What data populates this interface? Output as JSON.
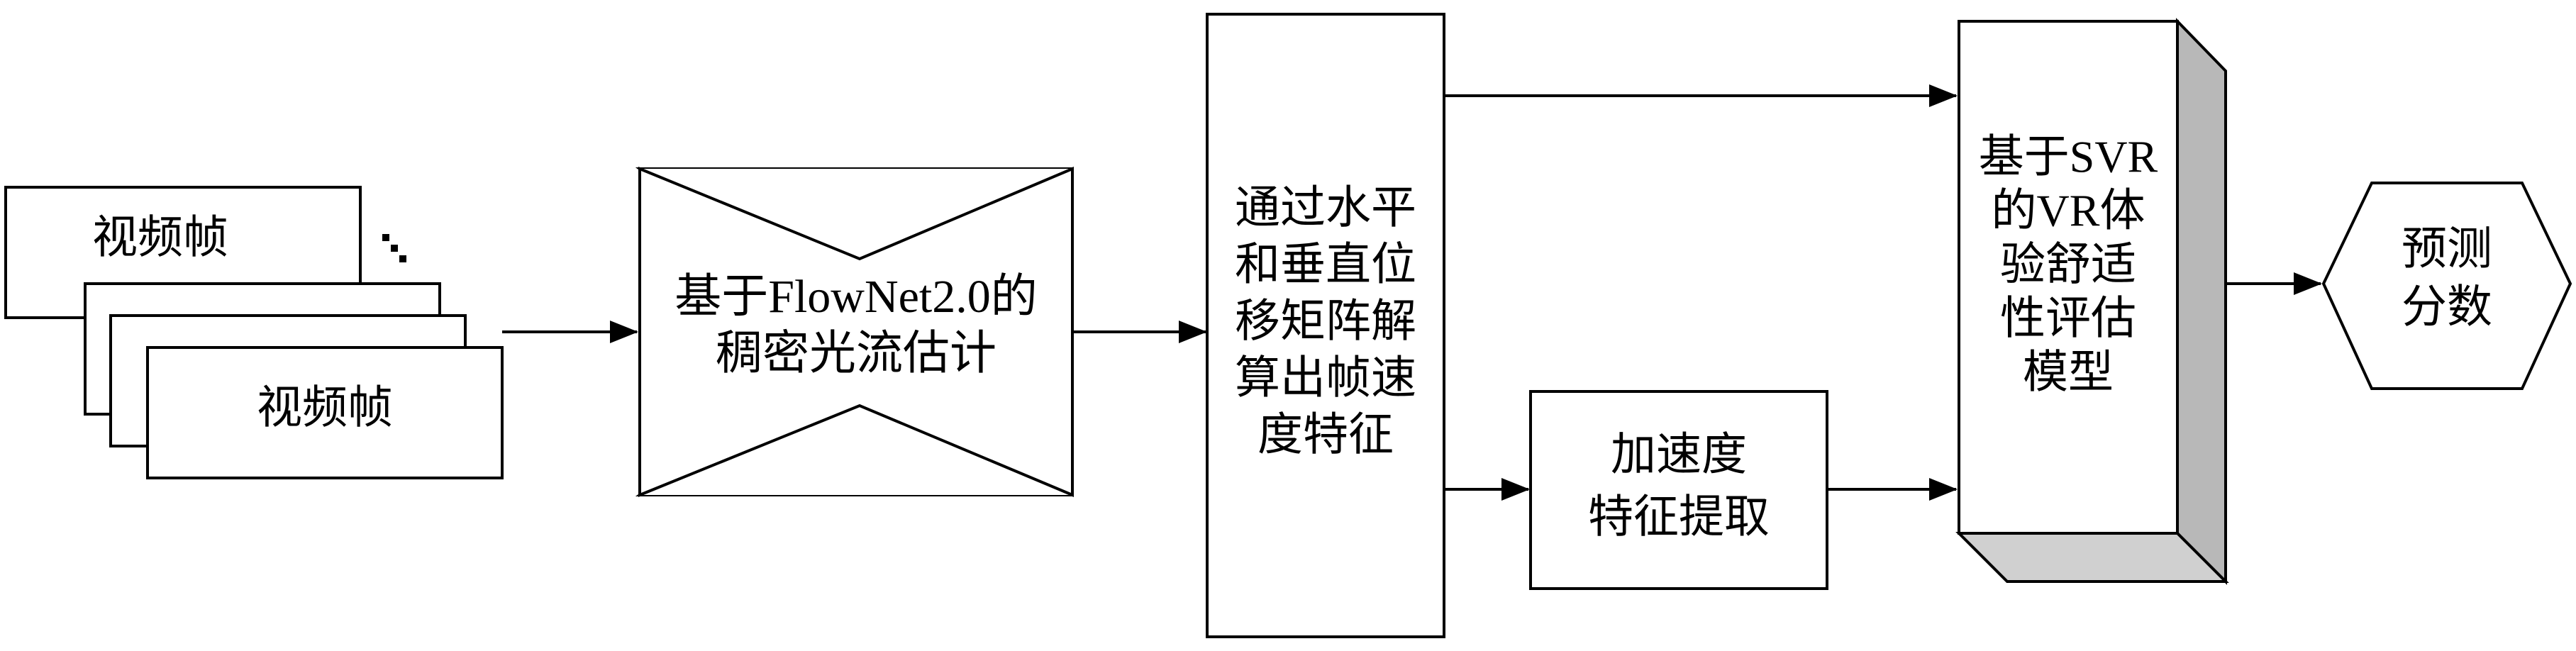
{
  "diagram": {
    "frame_stack": {
      "top_label": "视频帧",
      "front_label": "视频帧",
      "ellipsis": "..."
    },
    "flownet": {
      "line1": "基于FlowNet2.0的",
      "line2": "稠密光流估计"
    },
    "velocity": {
      "lines": [
        "通过水平",
        "和垂直位",
        "移矩阵解",
        "算出帧速",
        "度特征"
      ]
    },
    "acceleration": {
      "line1": "加速度",
      "line2": "特征提取"
    },
    "svr": {
      "lines": [
        "基于SVR",
        "的VR体",
        "验舒适",
        "性评估",
        "模型"
      ]
    },
    "output": {
      "line1": "预测",
      "line2": "分数"
    },
    "colors": {
      "stroke": "#000000",
      "fill": "#ffffff",
      "side_face": "#b8b8b8",
      "bottom_face": "#d0d0d0"
    }
  }
}
